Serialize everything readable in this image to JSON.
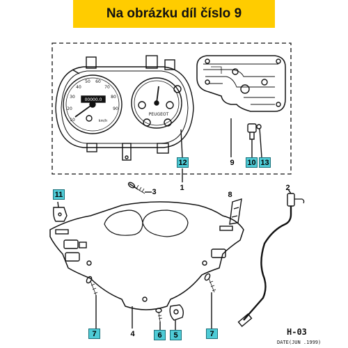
{
  "banner": {
    "text": "Na obrázku díl číslo 9",
    "color": "#ffcc00"
  },
  "callouts": {
    "c1": "1",
    "c2": "2",
    "c3": "3",
    "c4": "4",
    "c5": "5",
    "c6": "6",
    "c7a": "7",
    "c7b": "7",
    "c8": "8",
    "c9": "9",
    "c10": "10",
    "c11": "11",
    "c12": "12",
    "c13": "13"
  },
  "gauge": {
    "speed_ticks": [
      "10",
      "20",
      "30",
      "40",
      "50",
      "60",
      "70",
      "80",
      "90"
    ],
    "odometer": "00000.0",
    "unit": "km/h",
    "brand": "PEUGEOT"
  },
  "footer": {
    "code": "H-03",
    "date": "DATE(JUN .1999)"
  },
  "colors": {
    "callout_fill": "#4ecbd6",
    "line": "#111111"
  }
}
